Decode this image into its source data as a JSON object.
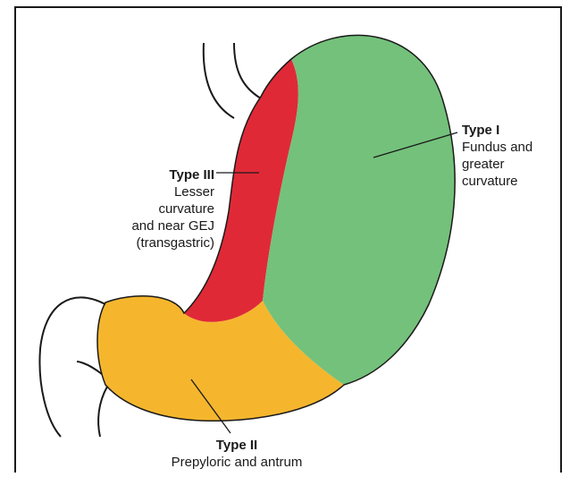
{
  "colors": {
    "type_1_region": "#74c17b",
    "type_2_region": "#f5b62e",
    "type_3_region": "#e02937",
    "outline": "#1a1a1a",
    "frame": "#1a1a1a",
    "background": "#ffffff"
  },
  "labels": {
    "type_1": {
      "title": "Type I",
      "lines": [
        "Fundus and",
        "greater",
        "curvature"
      ]
    },
    "type_2": {
      "title": "Type II",
      "lines": [
        "Prepyloric and antrum"
      ]
    },
    "type_3": {
      "title": "Type III",
      "lines": [
        "Lesser",
        "curvature",
        "and near GEJ",
        "(transgastric)"
      ]
    }
  }
}
